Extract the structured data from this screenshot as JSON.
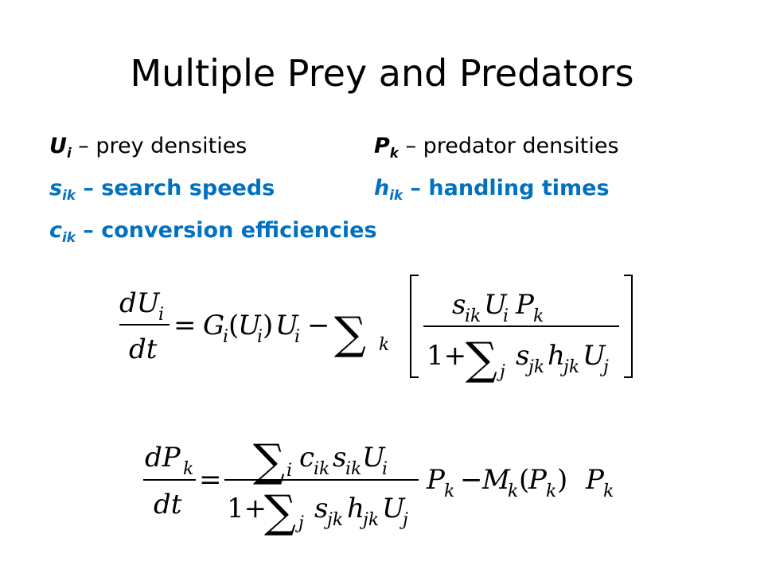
{
  "title": "Multiple Prey and Predators",
  "definitions": [
    {
      "sym": "U",
      "sub": "i",
      "desc": "– prey densities",
      "highlight": false
    },
    {
      "sym": "P",
      "sub": "k",
      "desc": "– predator densities",
      "highlight": false
    },
    {
      "sym": "s",
      "sub": "ik",
      "desc": "– search speeds",
      "highlight": true
    },
    {
      "sym": "h",
      "sub": "ik",
      "desc": "– handling times",
      "highlight": true
    },
    {
      "sym": "c",
      "sub": "ik",
      "desc": "– conversion efficiencies",
      "highlight": true
    }
  ],
  "equations": {
    "prey": "dU_i/dt = G_i(U_i) U_i − Σ_k [ s_ik U_i P_k / (1 + Σ_j s_jk h_jk U_j) ]",
    "predator": "dP_k/dt = (Σ_i c_ik s_ik U_i / (1 + Σ_j s_jk h_jk U_j)) P_k − M_k(P_k) P_k"
  },
  "colors": {
    "highlight": "#0070c0",
    "text": "#000000",
    "background": "#ffffff"
  }
}
